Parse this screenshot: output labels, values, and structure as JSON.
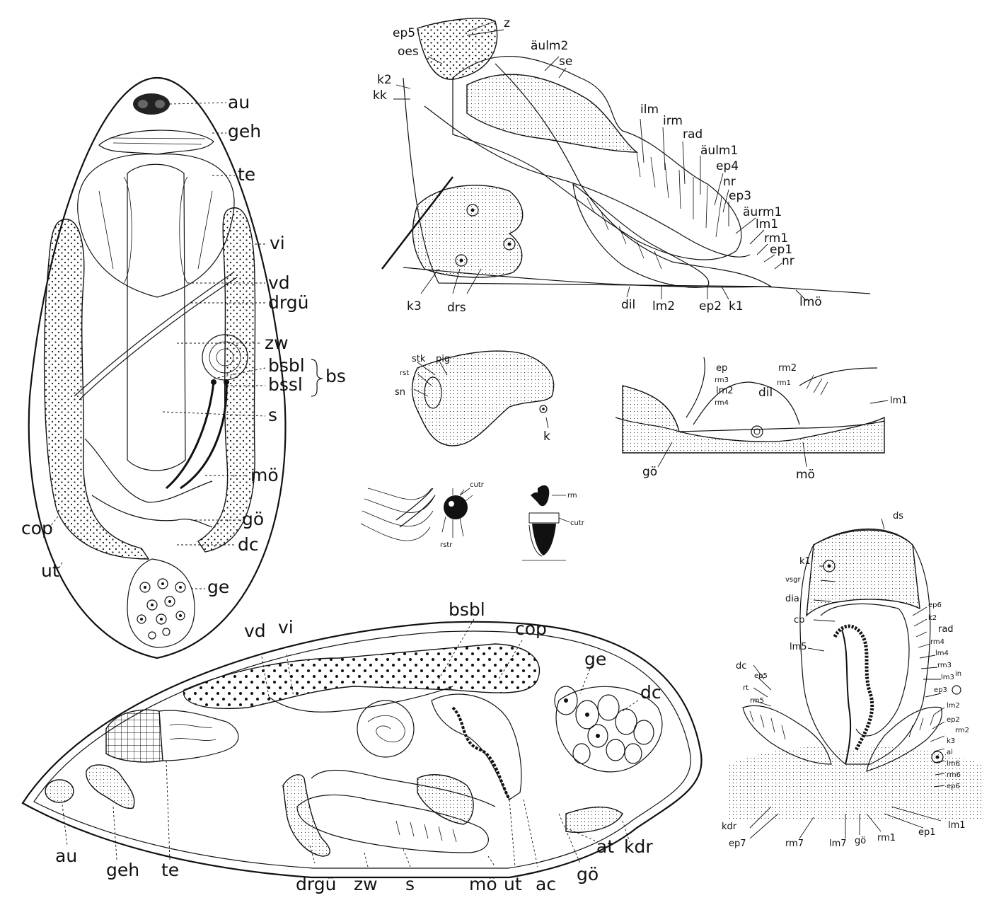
{
  "panels": {
    "dorsal": {
      "labels": [
        "au",
        "geh",
        "te",
        "vi",
        "vd",
        "drgü",
        "zw",
        "bsbl",
        "bssl",
        "bs",
        "s",
        "mö",
        "cop",
        "gö",
        "dc",
        "ut",
        "ge"
      ]
    },
    "pharynx": {
      "labels": [
        "ep5",
        "z",
        "oes",
        "äulm2",
        "se",
        "k2",
        "kk",
        "ilm",
        "irm",
        "rad",
        "äulm1",
        "ep4",
        "nr",
        "ep3",
        "äurm1",
        "lm1",
        "rm1",
        "ep1",
        "nr",
        "k3",
        "drs",
        "dil",
        "lm2",
        "ep2",
        "k1",
        "lmö"
      ]
    },
    "small_a": {
      "labels": [
        "stk",
        "pig",
        "rst",
        "sn",
        "k"
      ]
    },
    "small_b": {
      "labels": [
        "ep",
        "rm2",
        "rm3",
        "lm2",
        "rm4",
        "dil",
        "rm1",
        "lm1",
        "gö",
        "mö"
      ]
    },
    "small_c": {
      "labels": [
        "cutr",
        "rstr",
        "rm",
        "cutr"
      ]
    },
    "lateral": {
      "labels": [
        "vd",
        "vi",
        "bsbl",
        "cop",
        "ge",
        "dc",
        "au",
        "geh",
        "te",
        "drgü",
        "zw",
        "s",
        "mö",
        "ut",
        "ac",
        "gö",
        "at",
        "kdr"
      ]
    },
    "genital": {
      "labels": [
        "ds",
        "k1",
        "vsgr",
        "dia",
        "cb",
        "lm5",
        "dc",
        "ep5",
        "rt",
        "rm5",
        "ep6",
        "k2",
        "rad",
        "rm4",
        "lm4",
        "rm3",
        "lm3",
        "ep3",
        "in",
        "lm2",
        "ep2",
        "rm2",
        "k3",
        "al",
        "lm6",
        "rm6",
        "ep6",
        "kdr",
        "ep7",
        "rm7",
        "lm7",
        "gö",
        "rm1",
        "ep1",
        "lm1"
      ]
    }
  }
}
